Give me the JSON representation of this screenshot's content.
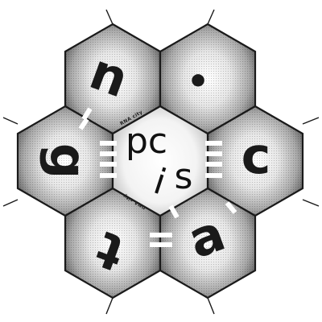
{
  "logo": {
    "tiles": {
      "top_left": "u",
      "top_right": "•",
      "left": "g",
      "right": "c",
      "bottom_left": "t",
      "bottom_right": "a"
    },
    "center": {
      "word_top": "pc",
      "word_mid": "i",
      "word_bottom": "s"
    },
    "micro_text": {
      "upper": "RNA city",
      "lower": "DNA city"
    }
  },
  "colors": {
    "outline": "#1a1a1a",
    "tile_light": "#f2f2f2",
    "tile_dark": "#5a5a5a",
    "connector": "#ffffff"
  }
}
